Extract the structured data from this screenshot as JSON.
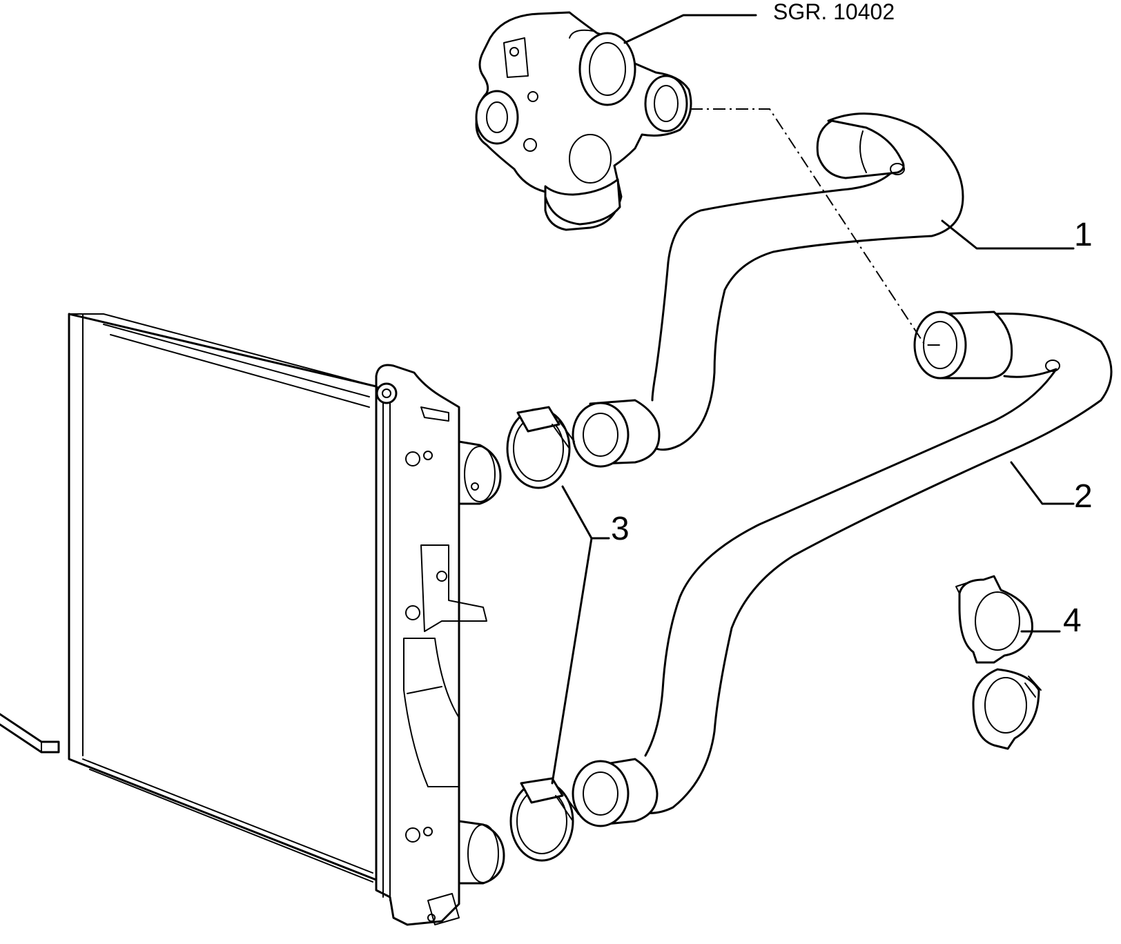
{
  "callouts": {
    "ref_group": "SGR. 10402",
    "part_1": "1",
    "part_2": "2",
    "part_3": "3",
    "part_4": "4"
  }
}
